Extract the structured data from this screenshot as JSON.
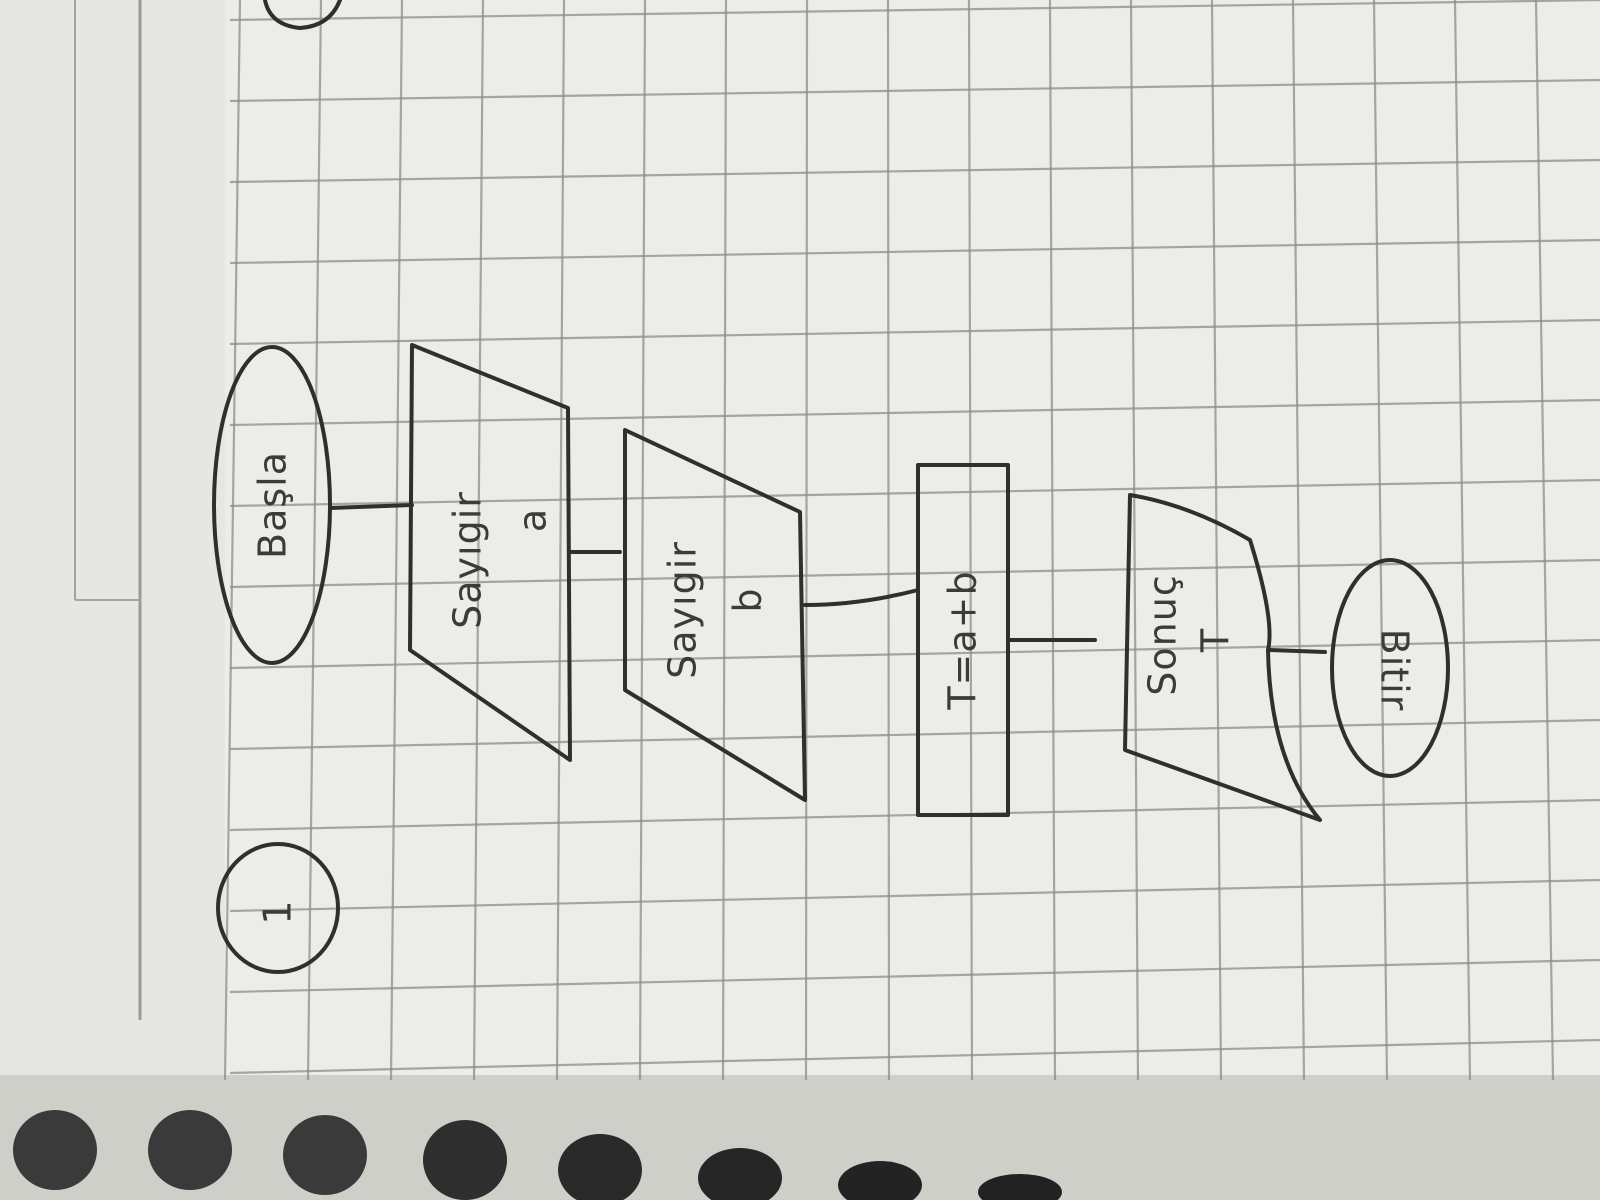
{
  "problem_number": "1",
  "flowchart": {
    "steps": [
      {
        "shape": "terminal",
        "text": "Başla"
      },
      {
        "shape": "input",
        "text_line1": "Sayıgir",
        "text_line2": "a"
      },
      {
        "shape": "input",
        "text_line1": "Sayıgir",
        "text_line2": "b"
      },
      {
        "shape": "process",
        "text": "T=a+b"
      },
      {
        "shape": "output",
        "text_line1": "Sonuç",
        "text_line2": "T"
      },
      {
        "shape": "terminal",
        "text": "Bitir"
      }
    ]
  },
  "colors": {
    "paper": "#ecece8",
    "grid": "#8c8c88",
    "ink": "#2f2f2f",
    "margin_area": "#e3e3df",
    "spiral": "#3a3a3a"
  },
  "orientation": "rotated-90"
}
